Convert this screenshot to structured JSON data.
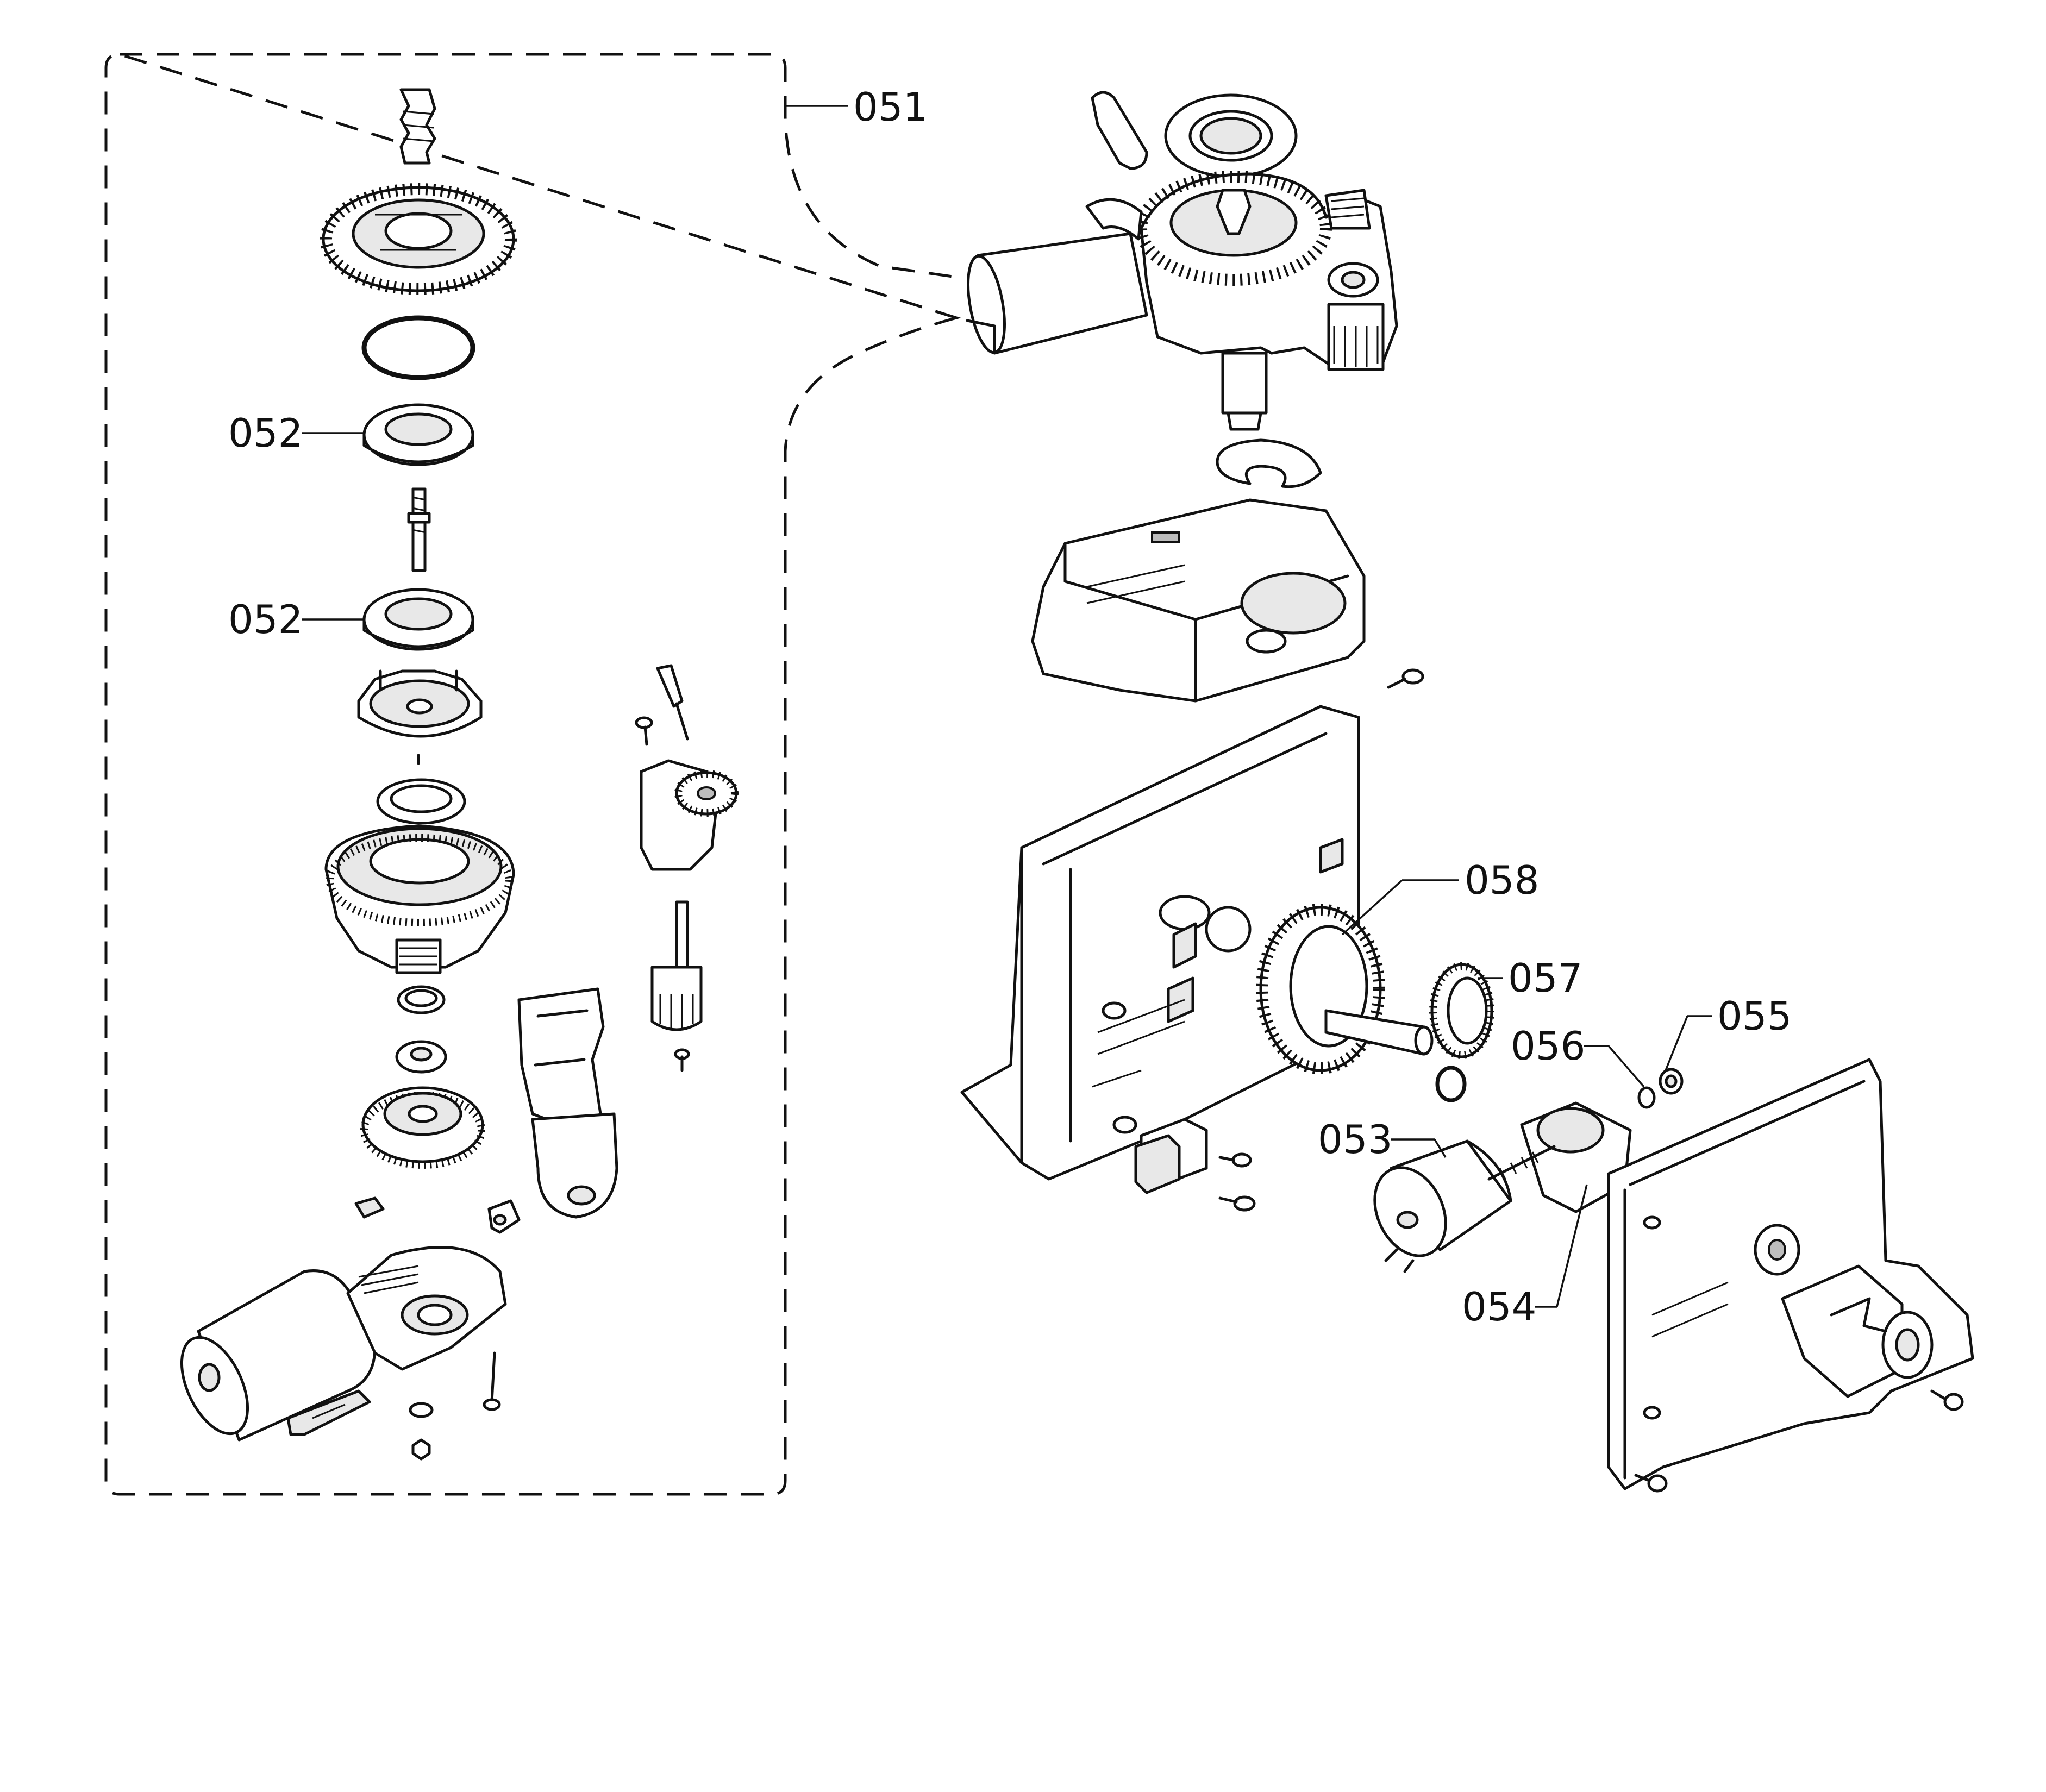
{
  "callouts": {
    "c051": "051",
    "c052a": "052",
    "c052b": "052",
    "c053": "053",
    "c054": "054",
    "c055": "055",
    "c056": "056",
    "c057": "057",
    "c058": "058"
  }
}
